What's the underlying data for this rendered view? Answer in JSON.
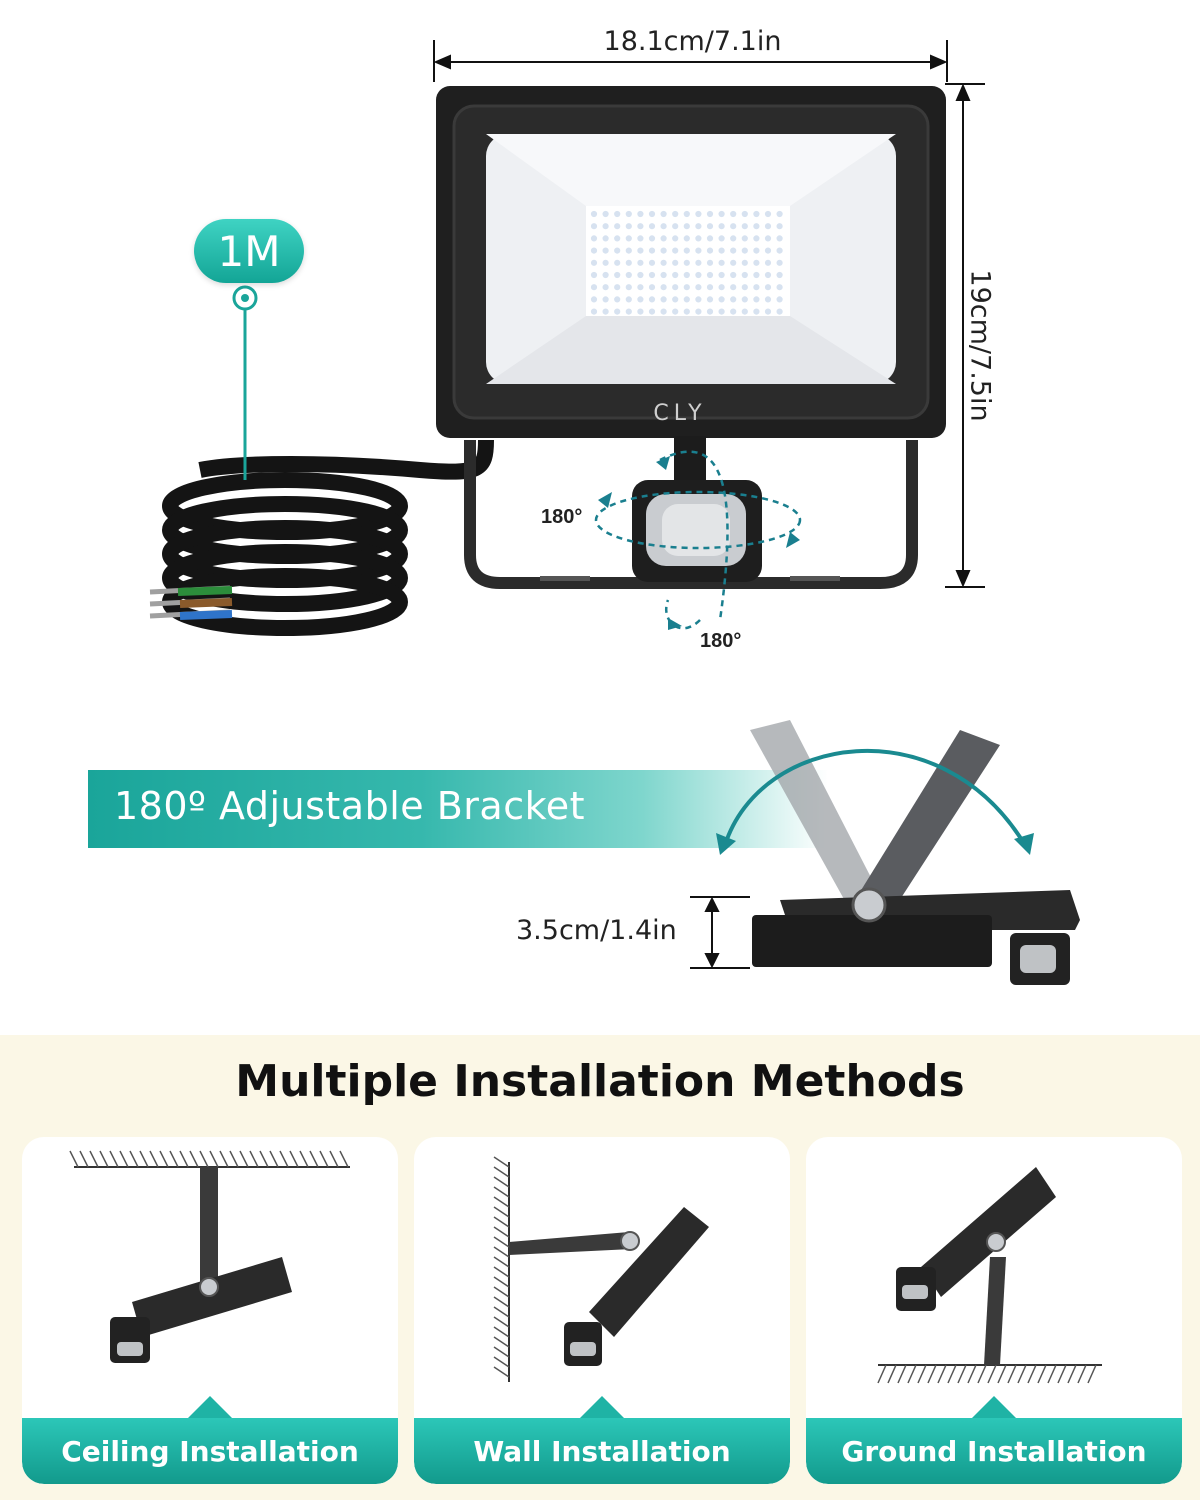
{
  "dimensions": {
    "width_label": "18.1cm/7.1in",
    "height_label": "19cm/7.5in",
    "depth_label": "3.5cm/1.4in"
  },
  "cable": {
    "length_label": "1M"
  },
  "sensor": {
    "rotation_horizontal": "180°",
    "rotation_vertical": "180°"
  },
  "brand": {
    "logo_text": "CLY"
  },
  "bracket_banner": {
    "text": "180º Adjustable Bracket"
  },
  "installation": {
    "title": "Multiple Installation Methods",
    "methods": [
      {
        "label": "Ceiling Installation"
      },
      {
        "label": "Wall Installation"
      },
      {
        "label": "Ground Installation"
      }
    ]
  },
  "colors": {
    "accent": "#1aa59a",
    "panel_bg": "#fbf7e6",
    "body": "#2b2b2b"
  }
}
